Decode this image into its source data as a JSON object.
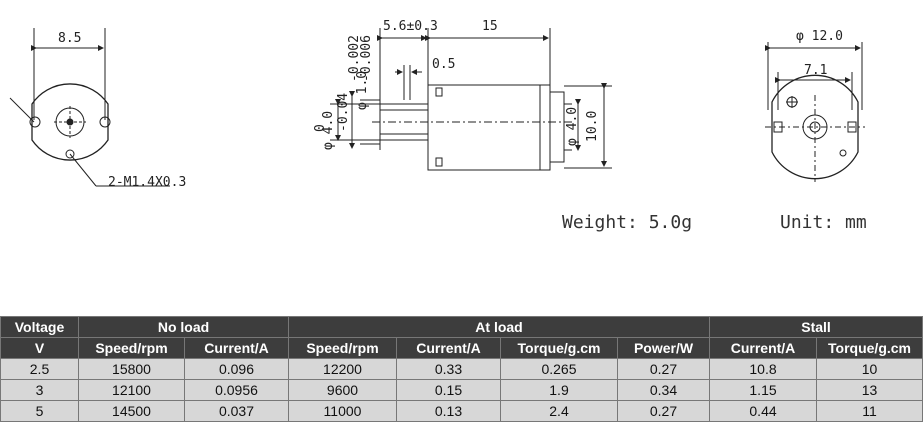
{
  "front_view": {
    "width_dim": "8.5",
    "hole_note": "2-M1.4X0.3"
  },
  "side_view": {
    "shaft_dim": "5.6±0.3",
    "length_dim": "15",
    "flat_dim": "0.5",
    "bearing_dim": "φ 4.0",
    "bearing_tol": "0",
    "bearing_tol2": "-0.04",
    "shaft_dia": "φ 1.0",
    "shaft_tol1": "-0.002",
    "shaft_tol2": "-0.006",
    "body_dim1": "φ 4.0",
    "body_dim2": "10.0"
  },
  "rear_view": {
    "dia_dim": "φ 12.0",
    "spacing_dim": "7.1"
  },
  "weight_label": "Weight: 5.0g",
  "unit_label": "Unit: mm",
  "table": {
    "group_headers": [
      "Voltage",
      "No load",
      "At load",
      "Stall"
    ],
    "sub_headers": [
      "V",
      "Speed/rpm",
      "Current/A",
      "Speed/rpm",
      "Current/A",
      "Torque/g.cm",
      "Power/W",
      "Current/A",
      "Torque/g.cm"
    ],
    "rows": [
      [
        "2.5",
        "15800",
        "0.096",
        "12200",
        "0.33",
        "0.265",
        "0.27",
        "10.8",
        "10"
      ],
      [
        "3",
        "12100",
        "0.0956",
        "9600",
        "0.15",
        "1.9",
        "0.34",
        "1.15",
        "13"
      ],
      [
        "5",
        "14500",
        "0.037",
        "11000",
        "0.13",
        "2.4",
        "0.27",
        "0.44",
        "11"
      ]
    ]
  }
}
